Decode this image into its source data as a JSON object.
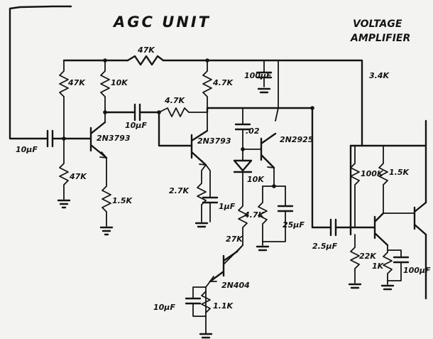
{
  "title_left": "AGC UNIT",
  "title_right_line1": "VOLTAGE",
  "title_right_line2": "AMPLIFIER",
  "labels": {
    "r_feedback": "47K",
    "r1_top": "47K",
    "r2_top": "10K",
    "r3_top": "4.7K",
    "c_top": "100µF",
    "r_right_top": "3.4K",
    "c_inter1": "10µF",
    "r_series": "4.7K",
    "c_input": "10µF",
    "q1": "2N3793",
    "r1_bot": "47K",
    "r_emit1": "1.5K",
    "q2": "2N3793",
    "c_mid": ".02",
    "q3": "2N2925",
    "r_diode": "10K",
    "r_emit2": "2.7K",
    "c_emit2": "1µF",
    "r_4k7": "4.7K",
    "c_25": "25µF",
    "r_27k": "27K",
    "c_out": "2.5µF",
    "q4": "2N404",
    "c_10uf": "10µF",
    "r_1k": "1.1K",
    "r_amp1": "100K",
    "r_amp2": "1.5K",
    "r_amp3": "22K",
    "r_amp4": "1K",
    "c_amp": "100µF"
  }
}
